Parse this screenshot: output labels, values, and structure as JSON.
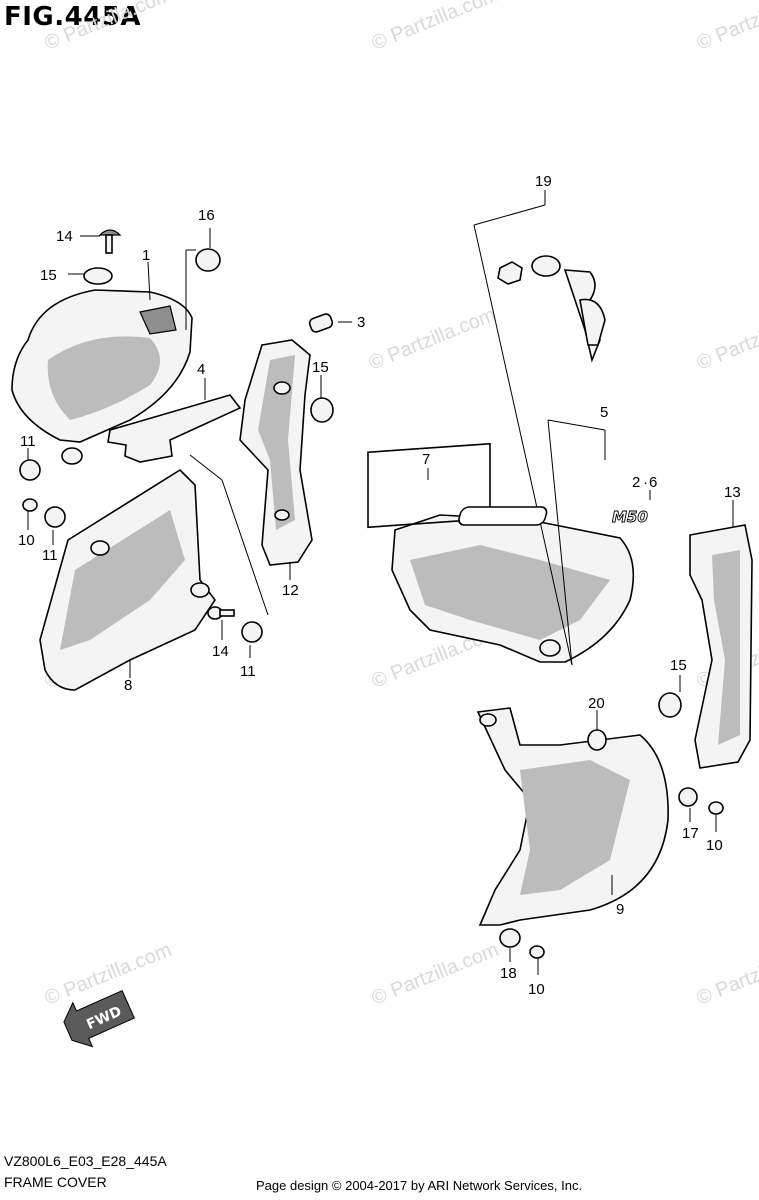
{
  "figure": {
    "title": "FIG.445A",
    "model_code": "VZ800L6_E03_E28_445A",
    "caption": "FRAME COVER",
    "credit": "Page design © 2004-2017 by ARI Network Services, Inc."
  },
  "watermark": {
    "text": "© Partzilla.com"
  },
  "emblem": {
    "text": "M50"
  },
  "fwd": {
    "text": "FWD"
  },
  "callouts": [
    {
      "id": "c1",
      "label": "1"
    },
    {
      "id": "c2",
      "label": "2"
    },
    {
      "id": "c6",
      "label": "6"
    },
    {
      "id": "c3",
      "label": "3"
    },
    {
      "id": "c4",
      "label": "4"
    },
    {
      "id": "c5",
      "label": "5"
    },
    {
      "id": "c7",
      "label": "7"
    },
    {
      "id": "c8",
      "label": "8"
    },
    {
      "id": "c9",
      "label": "9"
    },
    {
      "id": "c10a",
      "label": "10"
    },
    {
      "id": "c10b",
      "label": "10"
    },
    {
      "id": "c10c",
      "label": "10"
    },
    {
      "id": "c11a",
      "label": "11"
    },
    {
      "id": "c11b",
      "label": "11"
    },
    {
      "id": "c11c",
      "label": "11"
    },
    {
      "id": "c12",
      "label": "12"
    },
    {
      "id": "c13",
      "label": "13"
    },
    {
      "id": "c14a",
      "label": "14"
    },
    {
      "id": "c14b",
      "label": "14"
    },
    {
      "id": "c15a",
      "label": "15"
    },
    {
      "id": "c15b",
      "label": "15"
    },
    {
      "id": "c15c",
      "label": "15"
    },
    {
      "id": "c16",
      "label": "16"
    },
    {
      "id": "c17",
      "label": "17"
    },
    {
      "id": "c18",
      "label": "18"
    },
    {
      "id": "c19",
      "label": "19"
    },
    {
      "id": "c20",
      "label": "20"
    }
  ]
}
